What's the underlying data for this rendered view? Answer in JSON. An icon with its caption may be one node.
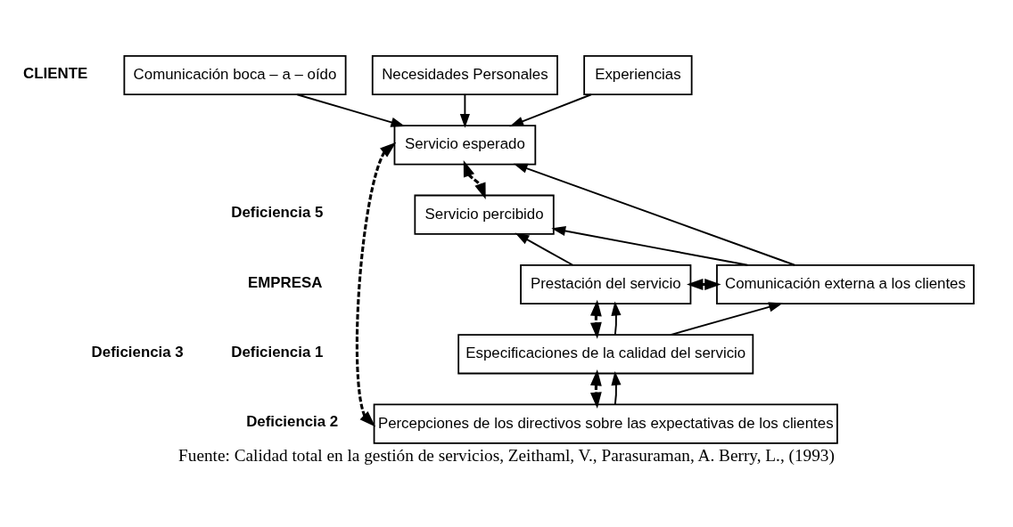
{
  "diagram": {
    "caption": "Fuente: Calidad total en la gestión de servicios, Zeithaml, V., Parasuraman, A. Berry, L., (1993)",
    "nodes": [
      {
        "text": [
          "Comunicación boca – a – oído"
        ]
      },
      {
        "text": [
          "Necesidades Personales"
        ]
      },
      {
        "text": [
          "Experiencias"
        ]
      },
      {
        "text": [
          "Servicio esperado"
        ]
      },
      {
        "text": [
          "Servicio percibido"
        ]
      },
      {
        "text": [
          "Prestación del servicio"
        ]
      },
      {
        "text": [
          "Comunicación externa a los clientes"
        ]
      },
      {
        "text": [
          "Especificaciones de la calidad del servicio"
        ]
      },
      {
        "text": [
          "Percepciones de los directivos sobre las expectativas de los clientes"
        ]
      }
    ],
    "edges": [
      {
        "from": 0,
        "to": 3,
        "arrow": "to"
      },
      {
        "from": 1,
        "to": 3,
        "arrow": "to"
      },
      {
        "from": 2,
        "to": 3,
        "arrow": "to"
      },
      {
        "from": 6,
        "to": 3,
        "arrow": "to"
      },
      {
        "from": 3,
        "to": 4,
        "arrow": "both",
        "style": "dashed"
      },
      {
        "from": 6,
        "to": 4,
        "arrow": "to"
      },
      {
        "from": 5,
        "to": 4,
        "arrow": "to"
      },
      {
        "from": 5,
        "to": 6,
        "arrow": "both",
        "style": "dashed"
      },
      {
        "from": 5,
        "to": 7,
        "arrow": "both",
        "style": "dashed"
      },
      {
        "from": 7,
        "to": 5,
        "arrow": "to"
      },
      {
        "from": 7,
        "to": 6,
        "arrow": "to"
      },
      {
        "from": 7,
        "to": 8,
        "arrow": "both",
        "style": "dashed"
      },
      {
        "from": 8,
        "to": 7,
        "arrow": "to"
      },
      {
        "from": 3,
        "to": 8,
        "arrow": "both",
        "style": "dashed"
      }
    ],
    "labels": [
      "CLIENTE",
      "Deficiencia 5",
      "EMPRESA",
      "Deficiencia 3",
      "Deficiencia 1",
      "Deficiencia 2"
    ]
  }
}
